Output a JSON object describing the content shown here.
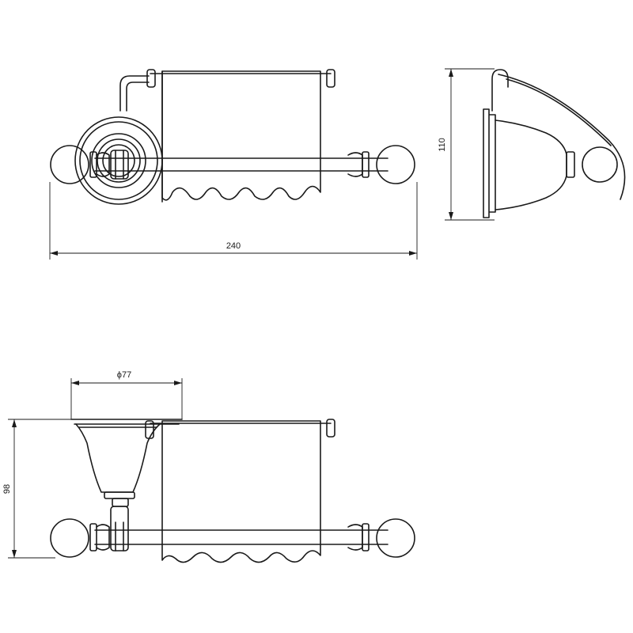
{
  "dimensions": {
    "width": "240",
    "depth": "110",
    "rosette_diameter": "ϕ77",
    "height": "98"
  }
}
